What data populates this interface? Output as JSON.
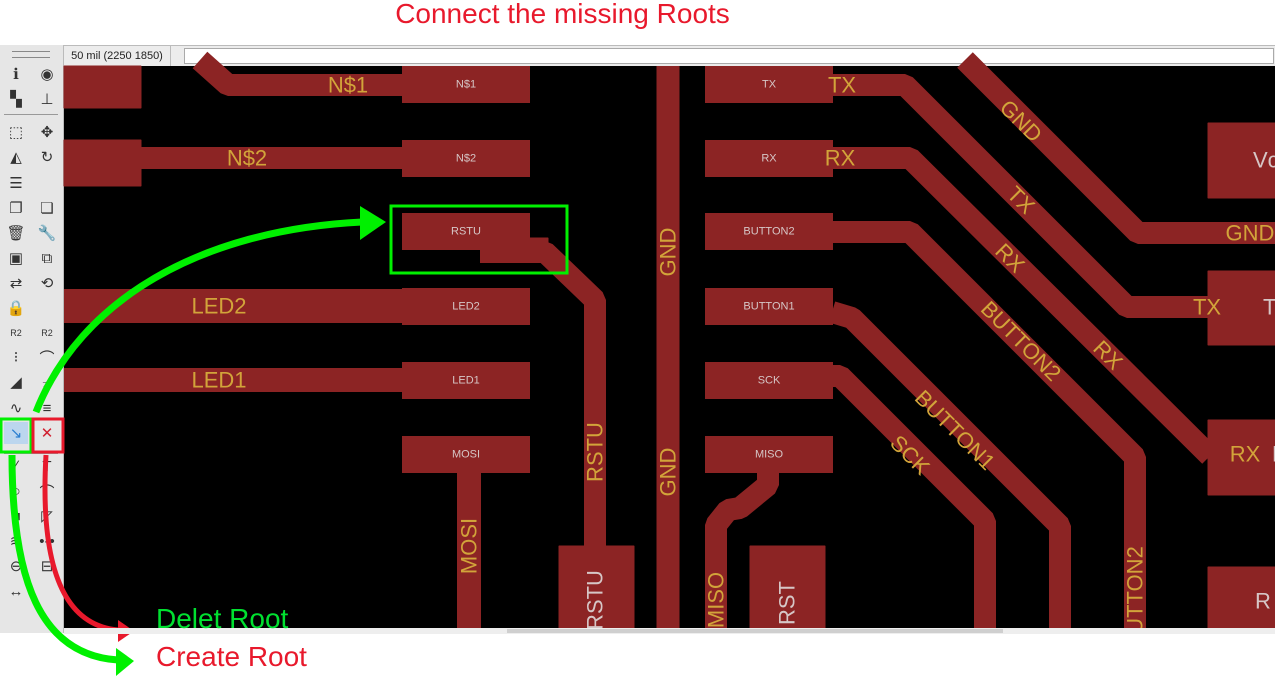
{
  "annotation": {
    "title": "Connect the missing Roots",
    "delete_label": "Delet Root",
    "create_label": "Create Root",
    "colors": {
      "green": "#00f000",
      "red": "#e8192c"
    }
  },
  "statusbar": {
    "coordinates": "50 mil (2250 1850)",
    "command_value": ""
  },
  "toolbar": {
    "items": [
      [
        "info",
        "eye"
      ],
      [
        "layer-settings",
        "mark"
      ],
      [
        "group-select",
        "move"
      ],
      [
        "mirror",
        "rotate"
      ],
      [
        "align",
        null
      ],
      [
        "copy",
        "paste"
      ],
      [
        "delete",
        "wrench"
      ],
      [
        "add-part",
        "replace-part"
      ],
      [
        "swap",
        "lock-change"
      ],
      [
        "lock",
        null
      ],
      [
        "value",
        "value-dropdown"
      ],
      [
        "split",
        "miter"
      ],
      [
        "optimize",
        "ripup-route"
      ],
      [
        "meander",
        "slice"
      ],
      [
        "route",
        "ripup"
      ],
      [
        "line",
        "text"
      ],
      [
        "circle",
        "arc"
      ],
      [
        "rectangle",
        "polygon"
      ],
      [
        "via",
        "signal"
      ],
      [
        "hole",
        "attribute"
      ],
      [
        "dimension",
        null
      ]
    ]
  },
  "board": {
    "colors": {
      "copper": "#8c2424",
      "label": "#d2a43a",
      "pad_text": "#d6c6c6",
      "background": "#000000"
    },
    "pads_left": [
      "N$1",
      "N$2",
      "RSTU",
      "LED2",
      "LED1",
      "MOSI"
    ],
    "pads_right": [
      "TX",
      "RX",
      "BUTTON2",
      "BUTTON1",
      "SCK",
      "MISO"
    ],
    "net_labels": {
      "n1": "N$1",
      "n2": "N$2",
      "led2": "LED2",
      "led1": "LED1",
      "mosi": "MOSI",
      "rstu": "RSTU",
      "gnd": "GND",
      "tx": "TX",
      "rx": "RX",
      "miso": "MISO",
      "button2": "BUTTON2",
      "button1": "BUTTON1",
      "sck": "SCK",
      "button2_partial": "UTTON2"
    },
    "bottom_pads": {
      "rstu": "RSTU",
      "rst": "RST"
    },
    "right_pads": {
      "vcc": "Vc",
      "tx": "T",
      "rx": "R",
      "r": "R"
    }
  }
}
